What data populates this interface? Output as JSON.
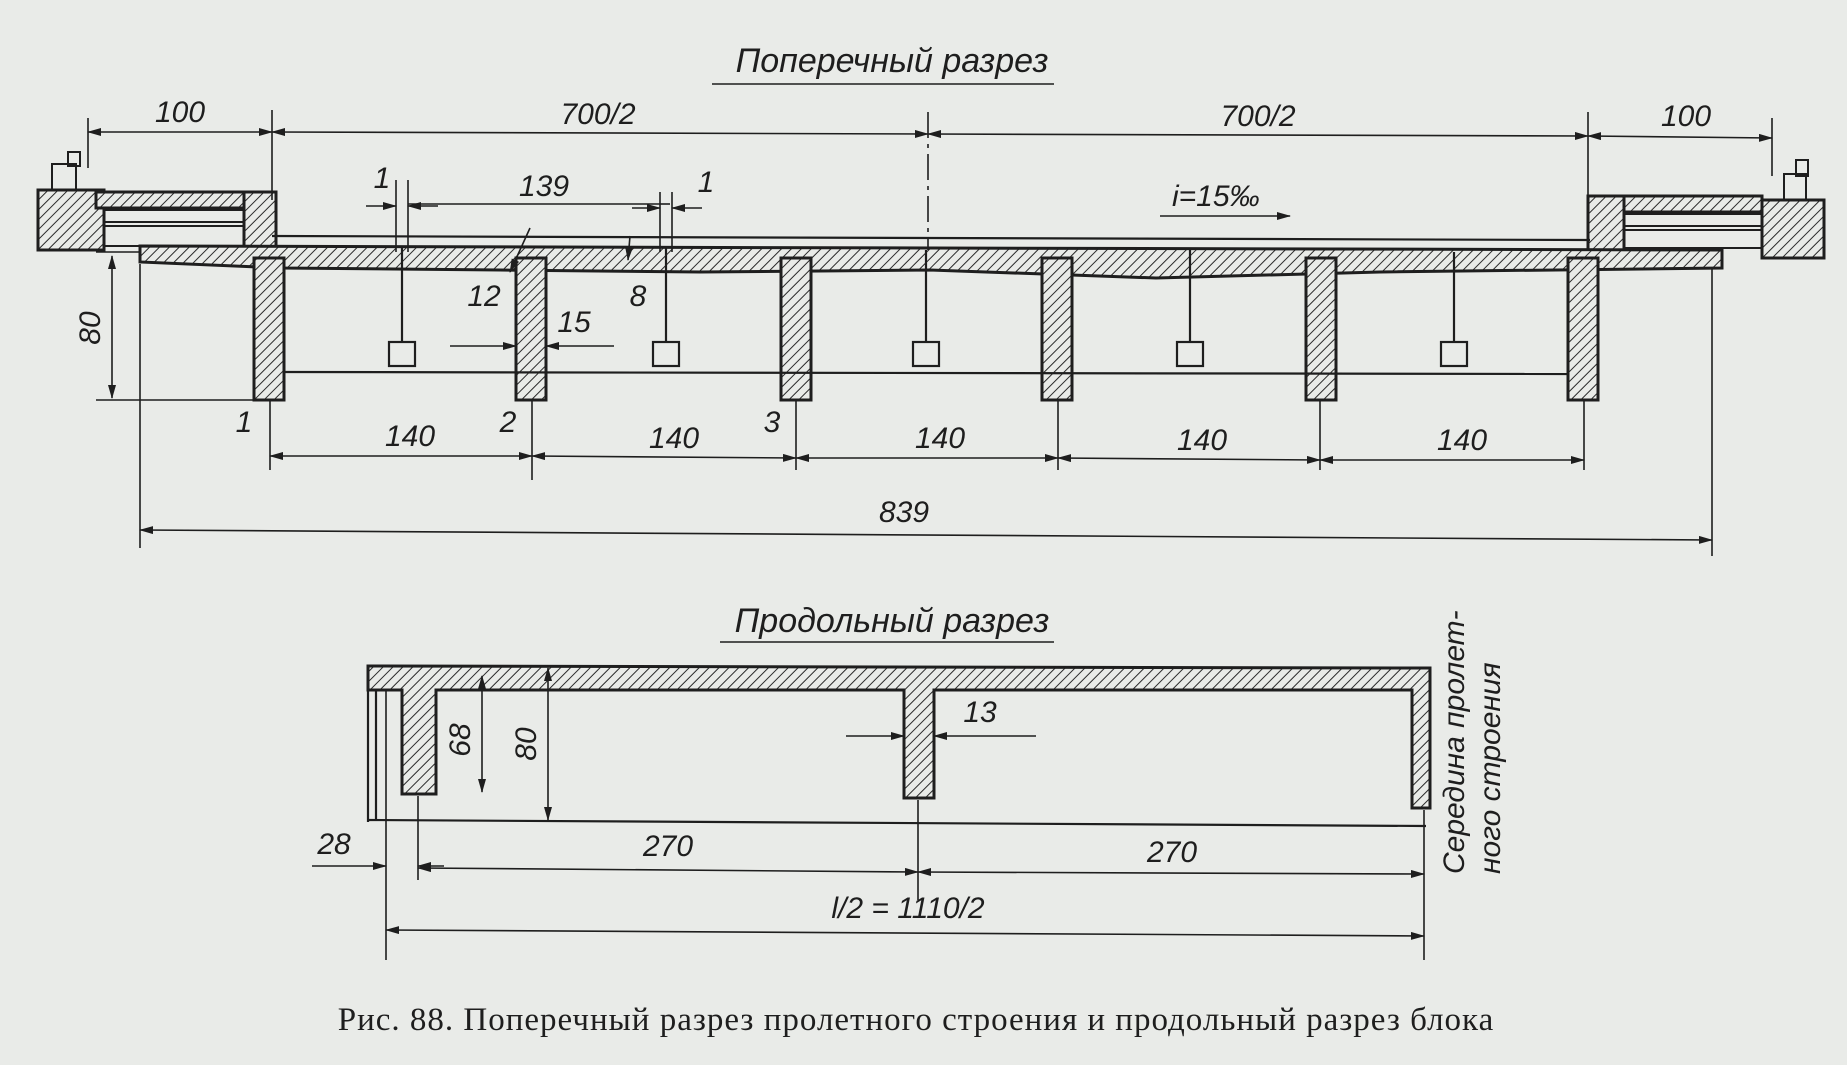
{
  "caption": "Рис. 88. Поперечный разрез пролетного строения и продольный разрез блока",
  "cross_section": {
    "title": "Поперечный разрез",
    "slope": "i=15‰",
    "dims": {
      "left_sidewalk": "100",
      "half_left": "700/2",
      "half_right": "700/2",
      "right_sidewalk": "100",
      "joint_left": "1",
      "flange_width": "139",
      "joint_right": "1",
      "haunch": "12",
      "slab": "8",
      "rib": "15",
      "height": "80",
      "overall": "839"
    },
    "beam_numbers": [
      "1",
      "2",
      "3"
    ],
    "spacing": [
      "140",
      "140",
      "140",
      "140",
      "140"
    ]
  },
  "longitudinal_section": {
    "title": "Продольный разрез",
    "dims": {
      "rib_height": "68",
      "height": "80",
      "rib_thickness": "13",
      "support_offset": "28",
      "spacing_left": "270",
      "spacing_right": "270",
      "half_span": "l/2 = 1110/2"
    },
    "mid_span_note": [
      "Середина пролет-",
      "ного строения"
    ]
  }
}
